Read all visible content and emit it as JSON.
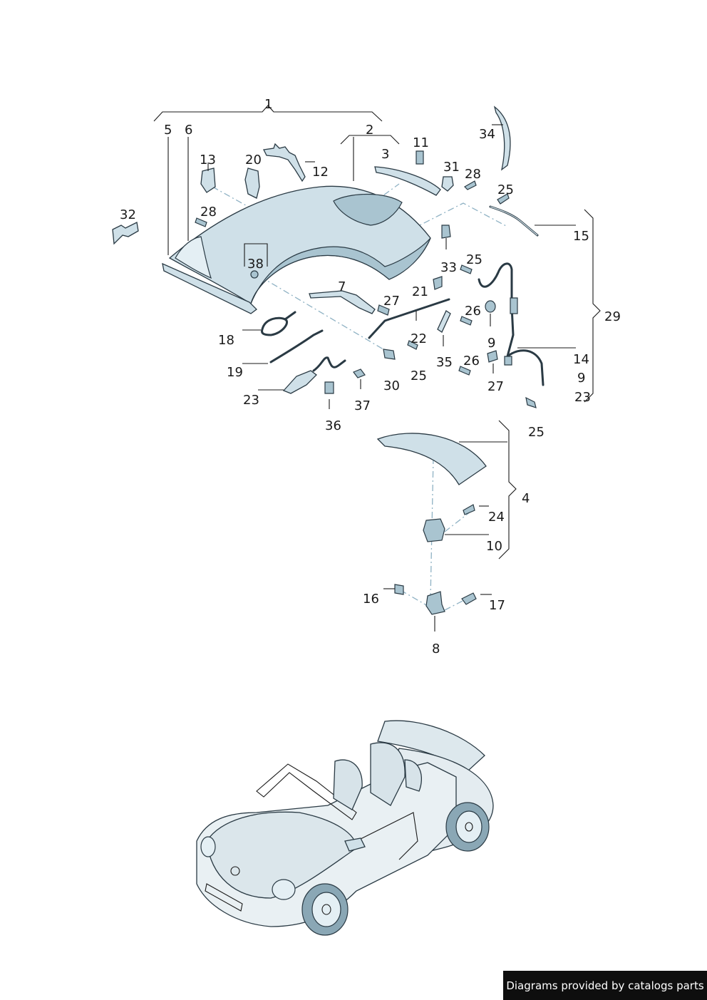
{
  "callouts": {
    "c1": "1",
    "c2": "2",
    "c3": "3",
    "c4": "4",
    "c5": "5",
    "c6": "6",
    "c7": "7",
    "c8": "8",
    "c9a": "9",
    "c9b": "9",
    "c10": "10",
    "c11": "11",
    "c12": "12",
    "c13": "13",
    "c14": "14",
    "c15": "15",
    "c16": "16",
    "c17": "17",
    "c18": "18",
    "c19": "19",
    "c20": "20",
    "c21": "21",
    "c22": "22",
    "c23a": "23",
    "c23b": "23",
    "c24": "24",
    "c25a": "25",
    "c25b": "25",
    "c25c": "25",
    "c25d": "25",
    "c26a": "26",
    "c26b": "26",
    "c27a": "27",
    "c27b": "27",
    "c28a": "28",
    "c28b": "28",
    "c29": "29",
    "c30": "30",
    "c31": "31",
    "c32": "32",
    "c33": "33",
    "c34": "34",
    "c35": "35",
    "c36": "36",
    "c37": "37",
    "c38": "38"
  },
  "credit": "Diagrams provided by catalogs parts",
  "colors": {
    "part_fill": "#cfe0e8",
    "outline": "#2a3a44",
    "centerline": "#8fb2c4",
    "credit_bg": "#0e0e0e"
  }
}
